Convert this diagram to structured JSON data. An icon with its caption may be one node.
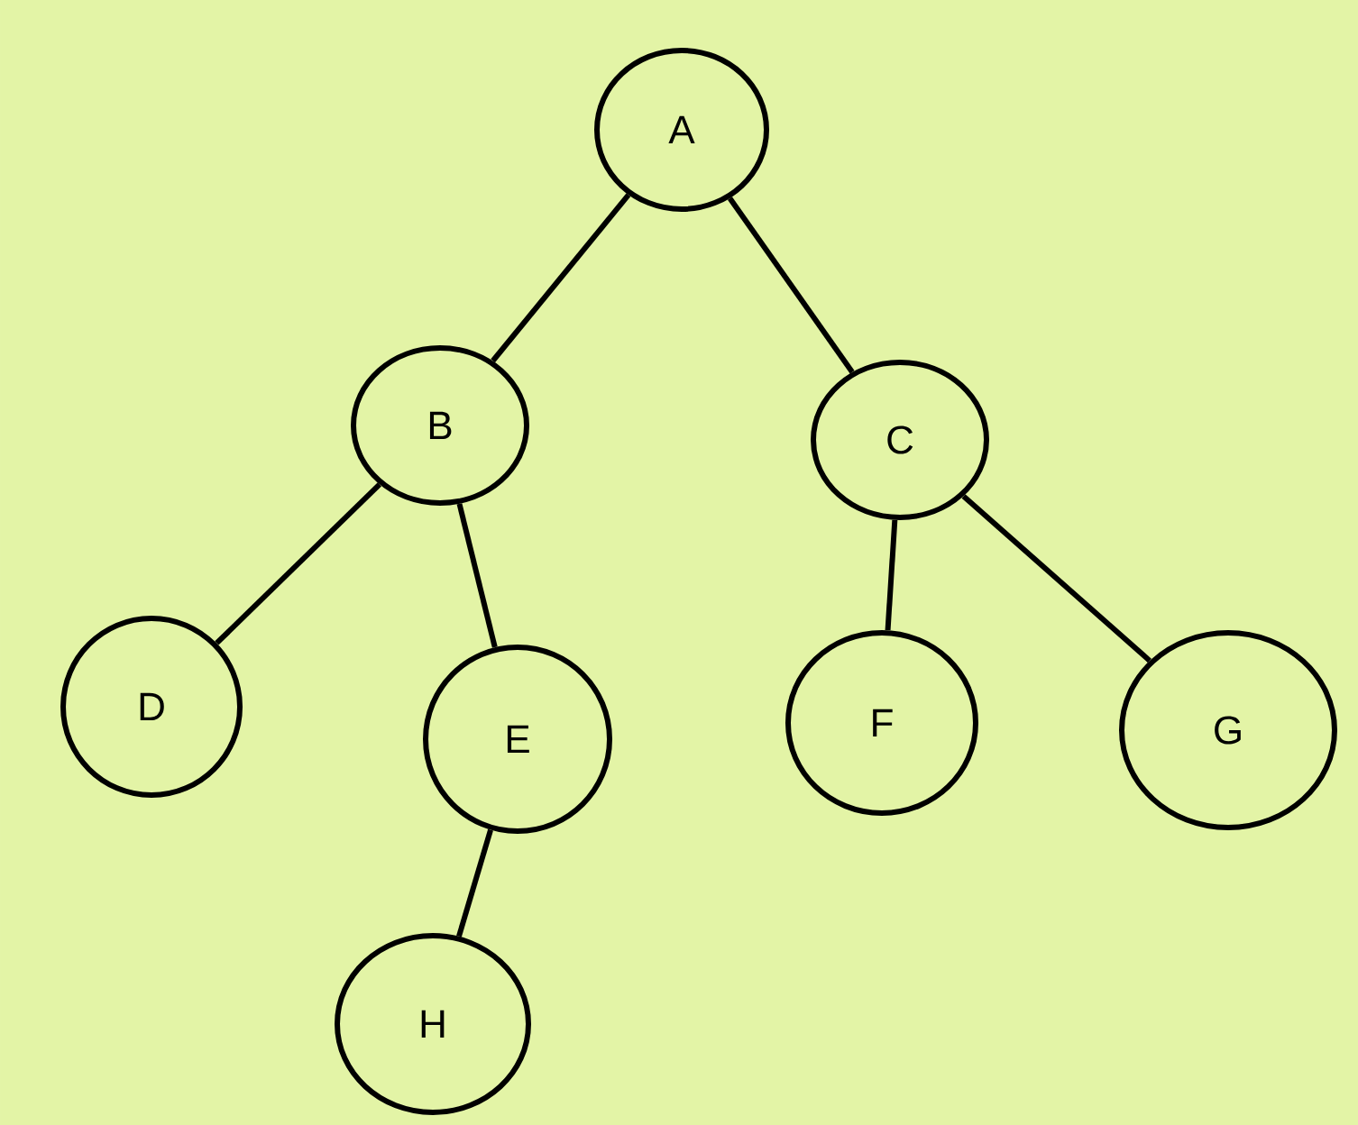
{
  "diagram": {
    "nodes": [
      {
        "text": [
          "A"
        ]
      },
      {
        "text": [
          "B"
        ]
      },
      {
        "text": [
          "C"
        ]
      },
      {
        "text": [
          "D"
        ]
      },
      {
        "text": [
          "E"
        ]
      },
      {
        "text": [
          "F"
        ]
      },
      {
        "text": [
          "G"
        ]
      },
      {
        "text": [
          "H"
        ]
      }
    ],
    "edges": [
      {
        "from": 0,
        "to": 1,
        "arrow": "none"
      },
      {
        "from": 0,
        "to": 2,
        "arrow": "none"
      },
      {
        "from": 1,
        "to": 3,
        "arrow": "none"
      },
      {
        "from": 1,
        "to": 4,
        "arrow": "none"
      },
      {
        "from": 2,
        "to": 5,
        "arrow": "none"
      },
      {
        "from": 2,
        "to": 6,
        "arrow": "none"
      },
      {
        "from": 4,
        "to": 7,
        "arrow": "none"
      }
    ]
  }
}
